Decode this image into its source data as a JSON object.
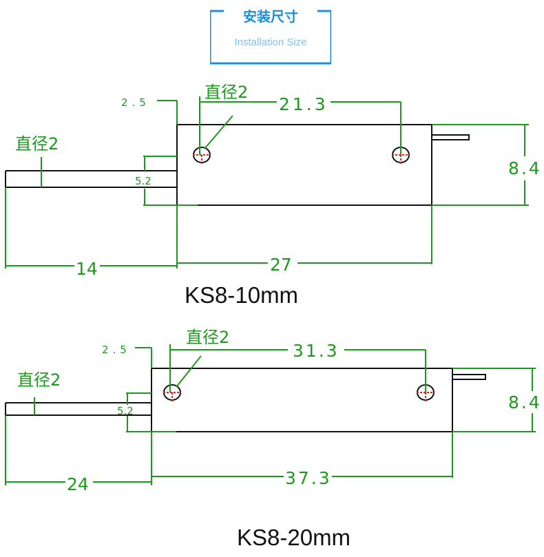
{
  "header": {
    "title": "安装尺寸",
    "subtitle": "Installation Size"
  },
  "colors": {
    "dimension": "#1a9a1a",
    "accent": "#1a8fe0",
    "outline": "#111111",
    "hole_mark": "#e0201a"
  },
  "drawings": [
    {
      "model": "KS8-10mm",
      "hole_offset": "2.5",
      "hole_spacing": "21.3",
      "hole_label_top": "直径2",
      "hole_label_left": "直径2",
      "height": "8.4",
      "magnet_height": "5.2",
      "lead_length": "14",
      "body_length": "27"
    },
    {
      "model": "KS8-20mm",
      "hole_offset": "2.5",
      "hole_spacing": "31.3",
      "hole_label_top": "直径2",
      "hole_label_left": "直径2",
      "height": "8.4",
      "magnet_height": "5.2",
      "lead_length": "24",
      "body_length": "37.3"
    }
  ]
}
